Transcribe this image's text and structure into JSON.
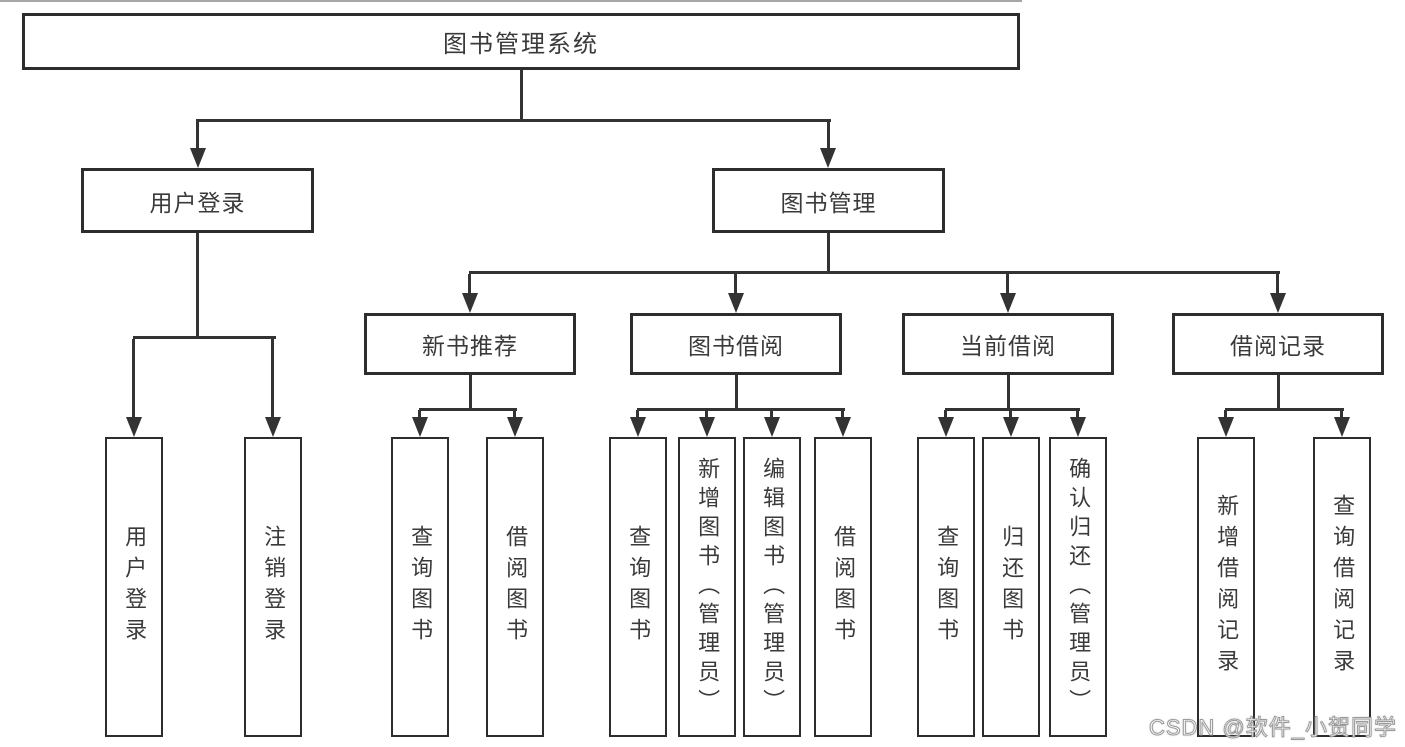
{
  "page": {
    "background": "#ffffff",
    "top_edge_line_color": "#a6a6a6"
  },
  "watermark": {
    "text": "CSDN @软件_小贺同学",
    "fill_color": "#ffffff",
    "outline_color": "#9a9a9a"
  },
  "diagram": {
    "type": "hierarchy-tree",
    "line_color": "#333333",
    "box_border_color": "#2d2d2d",
    "text_color": "#3a3a3a",
    "root": {
      "label": "图书管理系统"
    },
    "branches": [
      {
        "label": "用户登录",
        "children": [
          "用户登录",
          "注销登录"
        ]
      },
      {
        "label": "图书管理",
        "children": [
          {
            "label": "新书推荐",
            "children": [
              "查询图书",
              "借阅图书"
            ]
          },
          {
            "label": "图书借阅",
            "children": [
              "查询图书",
              "新增图书（管理员）",
              "编辑图书（管理员）",
              "借阅图书"
            ]
          },
          {
            "label": "当前借阅",
            "children": [
              "查询图书",
              "归还图书",
              "确认归还（管理员）"
            ]
          },
          {
            "label": "借阅记录",
            "children": [
              "新增借阅记录",
              "查询借阅记录"
            ]
          }
        ]
      }
    ]
  }
}
